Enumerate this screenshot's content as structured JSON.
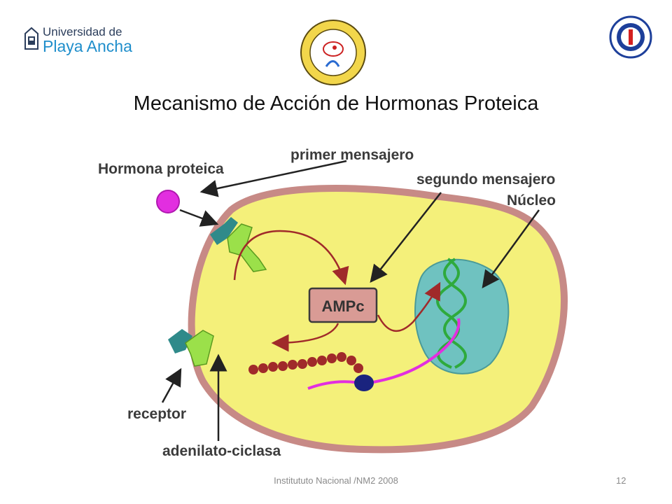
{
  "header": {
    "university_line1": "Universidad de",
    "university_line2": "Playa Ancha"
  },
  "slide": {
    "title": "Mecanismo de Acción de Hormonas Proteica"
  },
  "diagram": {
    "labels": {
      "hormone": "Hormona proteica",
      "first_messenger": "primer mensajero",
      "second_messenger": "segundo mensajero",
      "nucleus": "Núcleo",
      "ampc": "AMPc",
      "receptor": "receptor",
      "adenylate_cyclase": "adenilato-ciclasa"
    },
    "colors": {
      "cytoplasm": "#f4f07a",
      "membrane": "#c78a86",
      "nucleus": "#6fc2c0",
      "hormone": "#e22ee0",
      "receptor_dark": "#2f8a8a",
      "receptor_light": "#9be04a",
      "ampc_box": "#d99b95",
      "chain": "#a02a2a",
      "arrow": "#a02a2a",
      "dna": "#2eaa3c"
    }
  },
  "footer": {
    "text": "Institututo Nacional /NM2 2008",
    "page_number": "12"
  }
}
